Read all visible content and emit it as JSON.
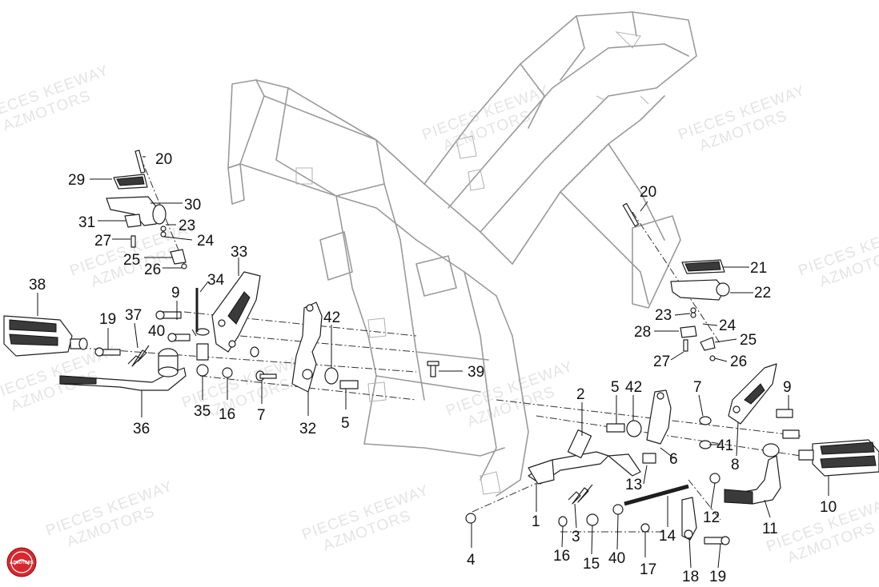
{
  "diagram": {
    "callouts": [
      "20",
      "29",
      "30",
      "31",
      "23",
      "27",
      "24",
      "25",
      "26",
      "38",
      "19",
      "37",
      "9",
      "40",
      "34",
      "33",
      "42",
      "36",
      "35",
      "16",
      "7",
      "32",
      "5",
      "39",
      "20",
      "21",
      "22",
      "23",
      "24",
      "28",
      "25",
      "27",
      "26",
      "2",
      "5",
      "42",
      "7",
      "9",
      "41",
      "8",
      "6",
      "13",
      "1",
      "3",
      "16",
      "15",
      "40",
      "17",
      "14",
      "12",
      "18",
      "19",
      "11",
      "10",
      "4"
    ],
    "watermark": {
      "line1": "PIECES KEEWAY",
      "line2": "AZMOTORS"
    },
    "logo_text": "AZMOTORS",
    "colors": {
      "logo_red": "#d8282f",
      "frame_gray": "#9a9a9a",
      "ink": "#111111"
    }
  }
}
